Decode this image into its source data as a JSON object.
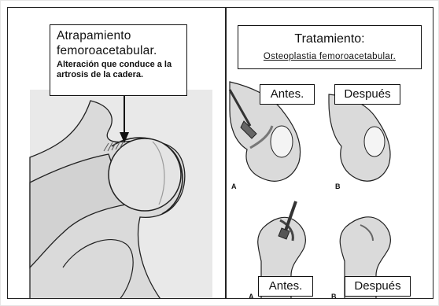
{
  "left_panel": {
    "title": "Atrapamiento femoroacetabular.",
    "subtitle": "Alteración que conduce a la artrosis de la cadera."
  },
  "right_panel": {
    "title": "Tratamiento:",
    "subtitle": "Osteoplastia femoroacetabular.",
    "labels": {
      "before_top": "Antes.",
      "after_top": "Después",
      "before_bottom": "Antes.",
      "after_bottom": "Después"
    },
    "letters": {
      "top_left": "A",
      "top_right": "B",
      "bottom_left": "A",
      "bottom_right": "B"
    }
  },
  "colors": {
    "bone": "#dcdcdc",
    "background_shade": "#e9e9e9",
    "outline": "#222222",
    "impingement_shading": "#5a5a5a"
  }
}
